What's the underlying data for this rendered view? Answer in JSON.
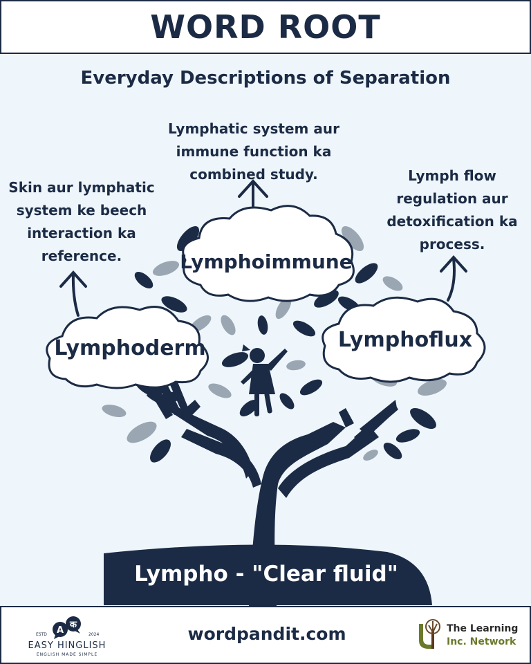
{
  "header": {
    "title": "WORD ROOT"
  },
  "subtitle": "Everyday Descriptions of Separation",
  "words": [
    {
      "word": "Lymphoderm",
      "description": "Skin aur lymphatic system ke beech interaction ka reference."
    },
    {
      "word": "Lymphoimmune",
      "description": "Lymphatic system aur immune function ka combined study."
    },
    {
      "word": "Lymphoflux",
      "description": "Lymph flow regulation aur detoxification ka process."
    }
  ],
  "root": {
    "label": "Lympho - \"Clear fluid\""
  },
  "footer": {
    "website": "wordpandit.com",
    "left_logo": {
      "name": "EASY HINGLISH",
      "tagline": "ENGLISH MADE SIMPLE",
      "estd": "ESTD",
      "year": "2024",
      "glyph_a": "A",
      "glyph_ka": "क"
    },
    "right_logo": {
      "line1": "The Learning",
      "line2": "Inc. Network"
    }
  },
  "colors": {
    "navy": "#1c2b45",
    "background": "#eef6fb",
    "leaf_gray": "#9aa6b2",
    "olive": "#6a7a2a"
  }
}
